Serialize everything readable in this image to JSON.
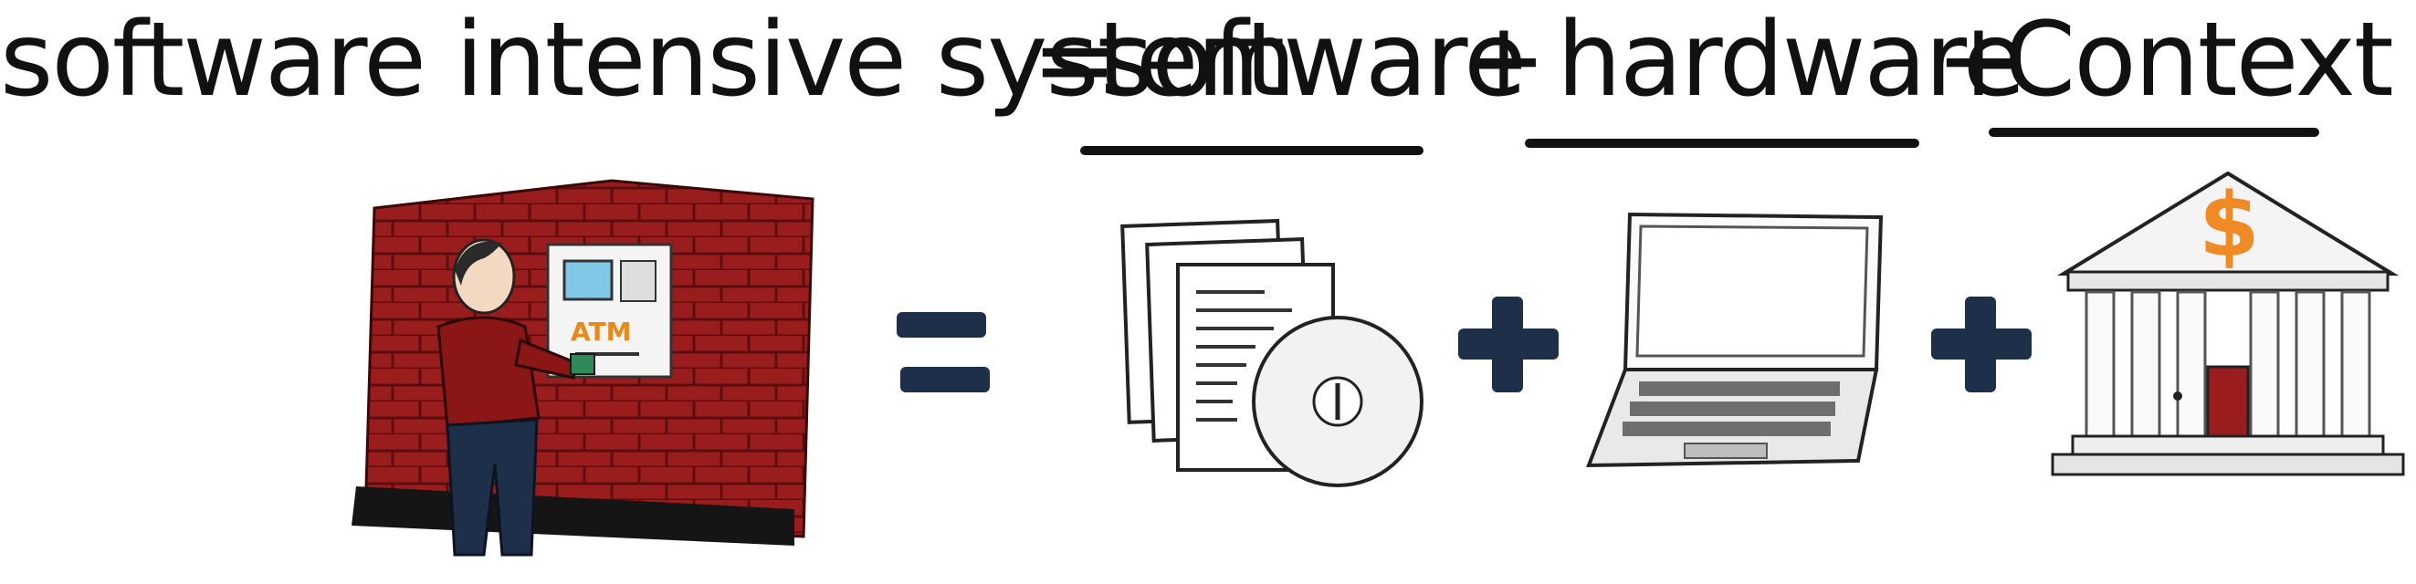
{
  "equation": {
    "system": "software intensive system",
    "equals": "=",
    "software": "software",
    "plus1": "+",
    "hardware": "hardware",
    "plus2": "+",
    "context": "Context"
  },
  "atm_sign": "ATM",
  "bank_sign": "$",
  "colors": {
    "ink": "#111111",
    "brick": "#9a1d1d",
    "operator": "#1e2f4a",
    "accent": "#e8891c"
  }
}
